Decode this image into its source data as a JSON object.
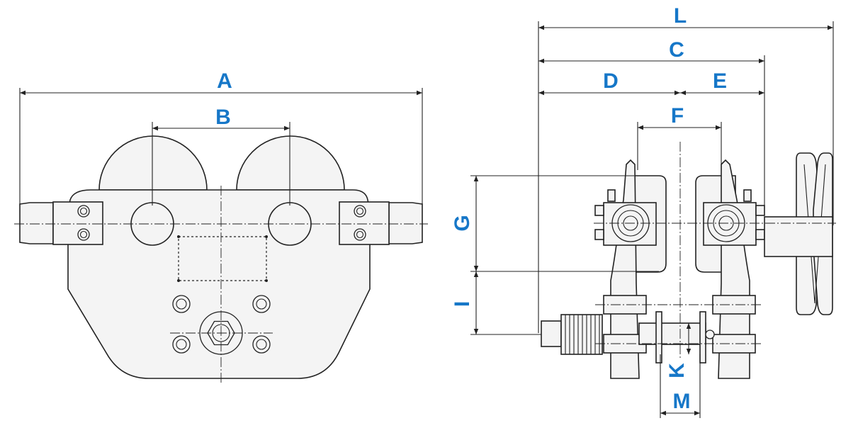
{
  "dimension_labels": {
    "A": "A",
    "B": "B",
    "L": "L",
    "C": "C",
    "D": "D",
    "E": "E",
    "F": "F",
    "G": "G",
    "I": "I",
    "K": "K",
    "M": "M"
  },
  "colors": {
    "label": "#1677c8",
    "line": "#222222",
    "part_fill": "#f4f4f4"
  }
}
